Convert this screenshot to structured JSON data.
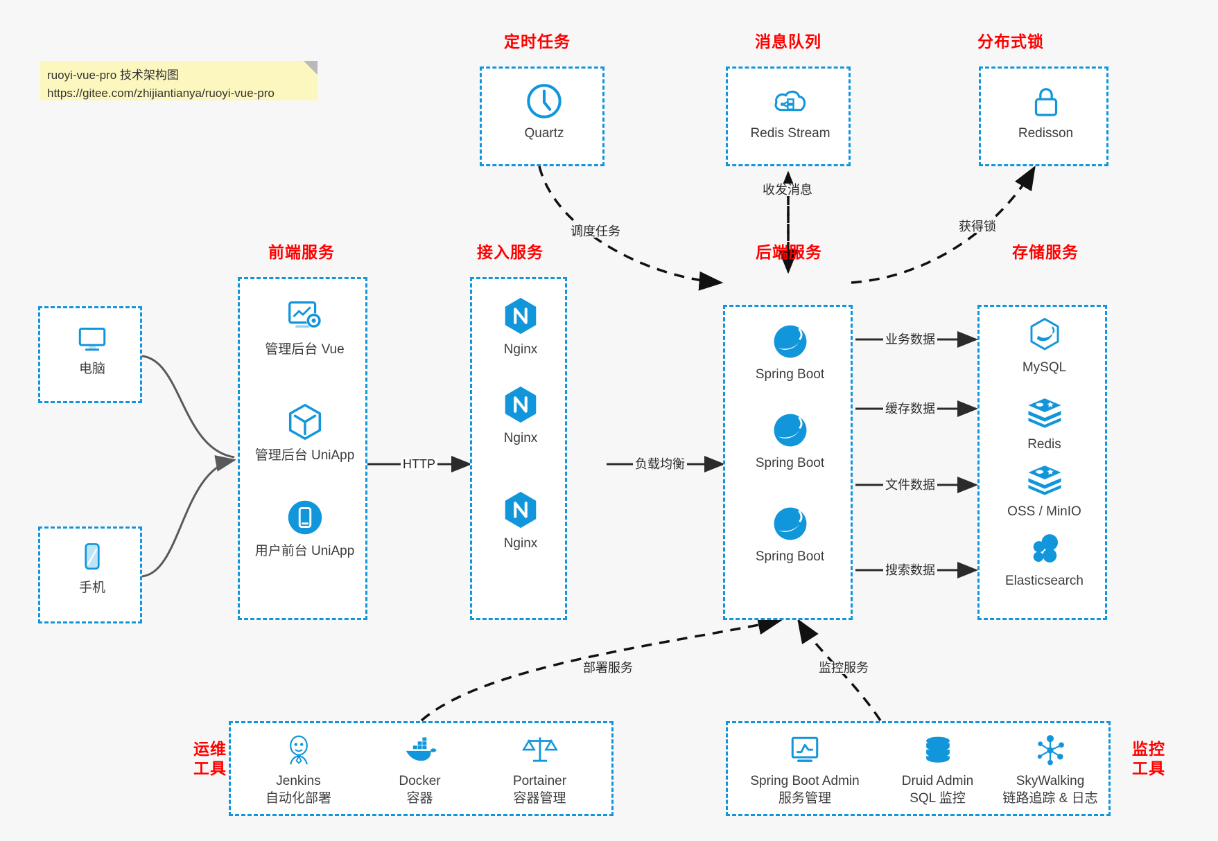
{
  "note": {
    "line1": "ruoyi-vue-pro 技术架构图",
    "line2": "https://gitee.com/zhijiantianya/ruoyi-vue-pro"
  },
  "colors": {
    "accent": "#1296db",
    "group_title": "#ff0000",
    "background": "#f7f7f7",
    "box_fill": "#ffffff",
    "note_fill": "#fcf7bf",
    "edge": "#2b2b2b",
    "curve_edge": "#5a5a5a"
  },
  "groups": {
    "scheduled_task": {
      "title": "定时任务",
      "nodes": [
        {
          "label": "Quartz",
          "icon": "clock-icon"
        }
      ]
    },
    "message_queue": {
      "title": "消息队列",
      "nodes": [
        {
          "label": "Redis Stream",
          "icon": "cloud-network-icon"
        }
      ]
    },
    "distributed_lock": {
      "title": "分布式锁",
      "nodes": [
        {
          "label": "Redisson",
          "icon": "lock-icon"
        }
      ]
    },
    "clients": {
      "nodes": [
        {
          "label": "电脑",
          "icon": "desktop-monitor-icon"
        },
        {
          "label": "手机",
          "icon": "mobile-phone-icon"
        }
      ]
    },
    "frontend": {
      "title": "前端服务",
      "nodes": [
        {
          "label": "管理后台 Vue",
          "icon": "dashboard-settings-icon"
        },
        {
          "label": "管理后台 UniApp",
          "icon": "cube-icon"
        },
        {
          "label": "用户前台 UniApp",
          "icon": "mobile-app-icon"
        }
      ]
    },
    "gateway": {
      "title": "接入服务",
      "nodes": [
        {
          "label": "Nginx",
          "icon": "nginx-icon"
        },
        {
          "label": "Nginx",
          "icon": "nginx-icon"
        },
        {
          "label": "Nginx",
          "icon": "nginx-icon"
        }
      ]
    },
    "backend": {
      "title": "后端服务",
      "nodes": [
        {
          "label": "Spring Boot",
          "icon": "spring-boot-icon"
        },
        {
          "label": "Spring Boot",
          "icon": "spring-boot-icon"
        },
        {
          "label": "Spring Boot",
          "icon": "spring-boot-icon"
        }
      ]
    },
    "storage": {
      "title": "存储服务",
      "nodes": [
        {
          "label": "MySQL",
          "icon": "mysql-dolphin-icon"
        },
        {
          "label": "Redis",
          "icon": "redis-stack-icon"
        },
        {
          "label": "OSS / MinIO",
          "icon": "redis-stack-icon"
        },
        {
          "label": "Elasticsearch",
          "icon": "elasticsearch-icon"
        }
      ]
    },
    "devops": {
      "title": "运维\n工具",
      "nodes": [
        {
          "label": "Jenkins\n自动化部署",
          "icon": "jenkins-butler-icon"
        },
        {
          "label": "Docker\n容器",
          "icon": "docker-whale-icon"
        },
        {
          "label": "Portainer\n容器管理",
          "icon": "scales-icon"
        }
      ]
    },
    "monitoring": {
      "title": "监控\n工具",
      "nodes": [
        {
          "label": "Spring Boot Admin\n服务管理",
          "icon": "monitor-chart-icon"
        },
        {
          "label": "Druid Admin\nSQL 监控",
          "icon": "database-cylinder-icon"
        },
        {
          "label": "SkyWalking\n链路追踪 & 日志",
          "icon": "skywalking-node-icon"
        }
      ]
    }
  },
  "edges": [
    {
      "name": "edge-quartz-to-backend",
      "label": "调度任务"
    },
    {
      "name": "edge-backend-to-redis-stream",
      "label": "收发消息"
    },
    {
      "name": "edge-backend-to-redisson",
      "label": "获得锁"
    },
    {
      "name": "edge-frontend-to-gateway",
      "label": "HTTP"
    },
    {
      "name": "edge-gateway-to-backend",
      "label": "负载均衡"
    },
    {
      "name": "edge-backend-to-mysql",
      "label": "业务数据"
    },
    {
      "name": "edge-backend-to-redis",
      "label": "缓存数据"
    },
    {
      "name": "edge-backend-to-oss",
      "label": "文件数据"
    },
    {
      "name": "edge-backend-to-elasticsearch",
      "label": "搜索数据"
    },
    {
      "name": "edge-devops-to-backend",
      "label": "部署服务"
    },
    {
      "name": "edge-monitoring-to-backend",
      "label": "监控服务"
    }
  ]
}
